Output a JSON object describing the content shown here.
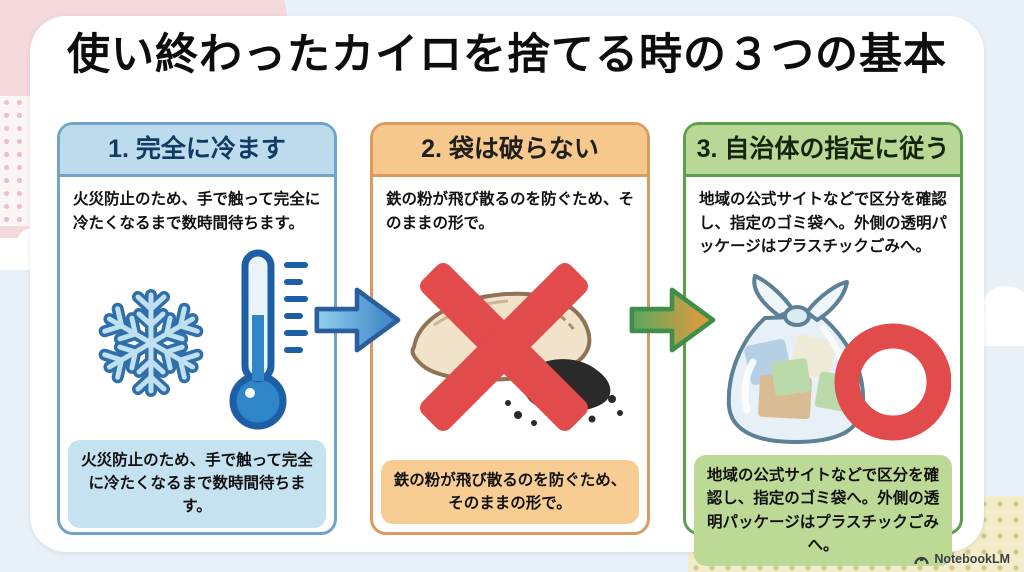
{
  "page": {
    "title": "使い終わったカイロを捨てる時の３つの基本"
  },
  "panels": [
    {
      "title": "1. 完全に冷ます",
      "body": "火災防止のため、手で触って完全に冷たくなるまで数時間待ちます。",
      "footer": "火災防止のため、手で触って完全に冷たくなるまで数時間待ちます。",
      "accent": "#6FA3C7",
      "header_bg": "#BCDCEE",
      "header_text_color": "#123A63",
      "footer_bg": "#C5E2F1",
      "icons": [
        "snowflake-icon",
        "thermometer-icon"
      ]
    },
    {
      "title": "2. 袋は破らない",
      "body": "鉄の粉が飛び散るのを防ぐため、そのままの形で。",
      "footer": "鉄の粉が飛び散るのを防ぐため、そのままの形で。",
      "accent": "#DB9B60",
      "header_bg": "#F6C88C",
      "header_text_color": "#1F1F1F",
      "footer_bg": "#F7CD94",
      "icons": [
        "warmer-bag-with-powder-illustration",
        "cross-mark-icon"
      ]
    },
    {
      "title": "3. 自治体の指定に従う",
      "body": "地域の公式サイトなどで区分を確認し、指定のゴミ袋へ。外側の透明パッケージはプラスチックごみへ。",
      "footer": "地域の公式サイトなどで区分を確認し、指定のゴミ袋へ。外側の透明パッケージはプラスチックごみへ。",
      "accent": "#5CA04F",
      "header_bg": "#B9D795",
      "header_text_color": "#14240F",
      "footer_bg": "#BCD996",
      "icons": [
        "tied-trash-bag-illustration",
        "circle-mark-icon"
      ]
    }
  ],
  "arrows": [
    {
      "name": "arrow-step1-to-step2",
      "gradient": [
        "#8FD0F0",
        "#3A7FC1"
      ],
      "outline": "#2A5F9E"
    },
    {
      "name": "arrow-step2-to-step3",
      "gradient": [
        "#59A75F",
        "#EF9A3D"
      ],
      "outline": "#3F8F4A"
    }
  ],
  "branding": {
    "label": "NotebookLM"
  },
  "colors": {
    "background": "#E9F1F8",
    "card": "#FFFFFF",
    "deco_pink": "#F5D8DC",
    "deco_yellow": "#F4EDCA",
    "mark_red": "#E24B4B",
    "title_text": "#0D0D0D"
  }
}
